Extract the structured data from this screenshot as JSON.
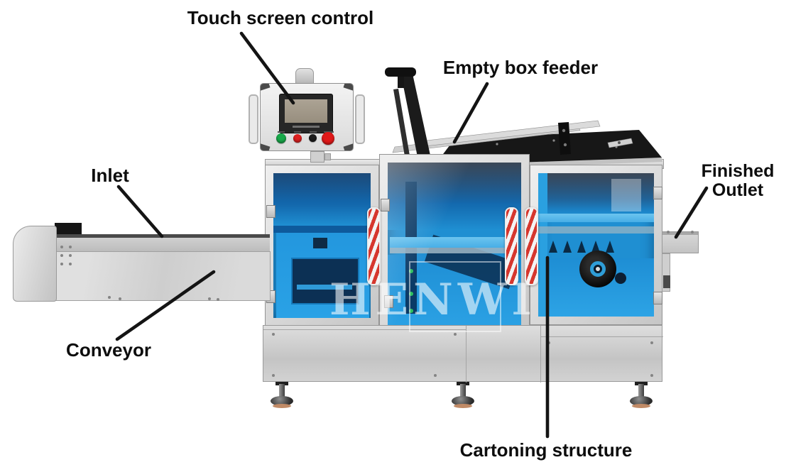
{
  "image": {
    "watermark": "HENWI"
  },
  "colors": {
    "glass_blue": "#1f8fd2",
    "glass_blue_dark": "#0c4c8c",
    "steel_gray": "#d6d6d6",
    "feeder_black": "#171717",
    "annotation_black": "#141414",
    "handle_stripe_red": "#d6372e",
    "button_green": "#18a94a",
    "button_red": "#e02020",
    "emergency_red": "#e01818",
    "watermark_white": "rgba(255,255,255,0.58)"
  },
  "callouts": [
    {
      "id": "touch-screen-control",
      "label": "Touch screen control",
      "line": [
        340,
        47,
        413,
        145
      ]
    },
    {
      "id": "empty-box-feeder",
      "label": "Empty box feeder",
      "line": [
        686,
        118,
        640,
        200
      ]
    },
    {
      "id": "inlet",
      "label": "Inlet",
      "line": [
        167,
        263,
        228,
        333
      ]
    },
    {
      "id": "finished-outlet",
      "label": "Finished\nOutlet",
      "line": [
        995,
        265,
        952,
        334
      ]
    },
    {
      "id": "conveyor",
      "label": "Conveyor",
      "line": [
        165,
        478,
        301,
        383
      ]
    },
    {
      "id": "cartoning-structure",
      "label": "Cartoning structure",
      "line": [
        771,
        363,
        771,
        615
      ]
    }
  ]
}
